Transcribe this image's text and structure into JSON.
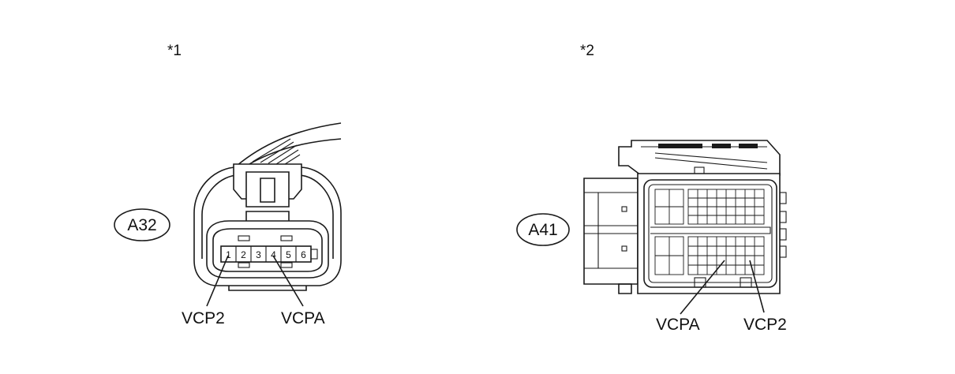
{
  "views": [
    {
      "marker": "*1",
      "connector_id": "A32",
      "pin_numbers": [
        "1",
        "2",
        "3",
        "4",
        "5",
        "6"
      ],
      "callouts": [
        "VCP2",
        "VCPA"
      ]
    },
    {
      "marker": "*2",
      "connector_id": "A41",
      "callouts": [
        "VCPA",
        "VCP2"
      ]
    }
  ]
}
